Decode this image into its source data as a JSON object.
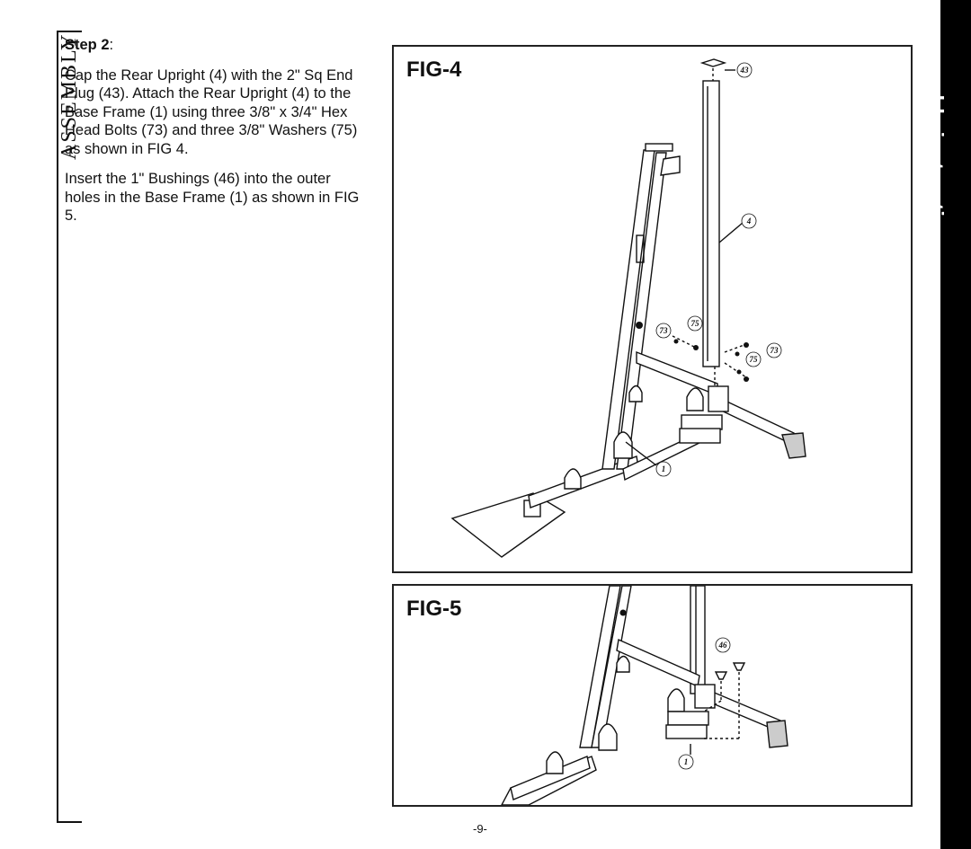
{
  "sidebar": {
    "label": "ASSEMBLY"
  },
  "step": {
    "title": "Step 2",
    "colon": ":",
    "paragraphs": [
      "Cap the Rear Upright (4) with the 2\" Sq End Plug (43).  Attach the Rear Upright (4) to the Base Frame (1) using three 3/8\" x 3/4\" Hex Head Bolts (73) and three 3/8\" Washers (75) as shown in FIG 4.",
      "Insert the 1\" Bushings (46) into the outer holes in the Base Frame (1) as shown in FIG 5."
    ]
  },
  "figures": [
    {
      "label": "FIG-4",
      "callouts": [
        "43",
        "4",
        "73",
        "75",
        "75",
        "73",
        "1"
      ]
    },
    {
      "label": "FIG-5",
      "callouts": [
        "46",
        "1"
      ]
    }
  ],
  "header_tab": {
    "label": "assembly instructions"
  },
  "footer": {
    "page_number": "-9-"
  }
}
